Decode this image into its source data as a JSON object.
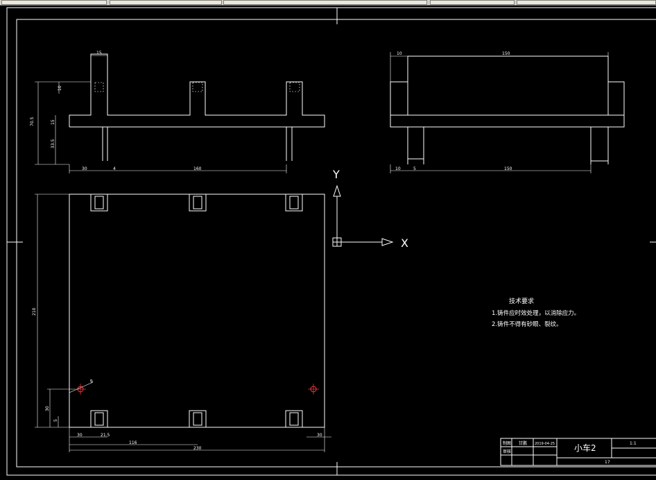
{
  "colors": {
    "background": "#000000",
    "stroke": "#ffffff",
    "marker": "#ff3b3b"
  },
  "dimensions": {
    "front": {
      "top_width": "15",
      "overall_height": "70.5",
      "upper": "10",
      "beam": "15",
      "lower": "33.5",
      "left_offset": "30",
      "gap": "4",
      "span": "160"
    },
    "side": {
      "top_left": "10",
      "top_length": "150",
      "bottom_left": "10",
      "bottom_small": "5",
      "bottom_length": "150"
    },
    "plan": {
      "height": "210",
      "bottom_offset": "30",
      "small_gap": "5",
      "left_a": "30",
      "left_b": "21.5",
      "mid": "116",
      "right": "30",
      "overall": "230",
      "hole_label": "8"
    }
  },
  "ucs": {
    "y_label": "Y",
    "x_label": "X"
  },
  "tech_requirements": {
    "title": "技术要求",
    "line1": "1.铸件应时效处理，以消除应力。",
    "line2": "2.铸件不得有砂眼、裂纹。"
  },
  "title_block": {
    "designer_label": "制图",
    "designer_name": "甘鹏",
    "date": "2019-04-25",
    "checker_label": "审核",
    "part_name": "小车2",
    "scale": "1:1",
    "drawing_no": "17"
  },
  "crosshair_icon": "crosshair-icon",
  "ucs_icon": "ucs-icon"
}
